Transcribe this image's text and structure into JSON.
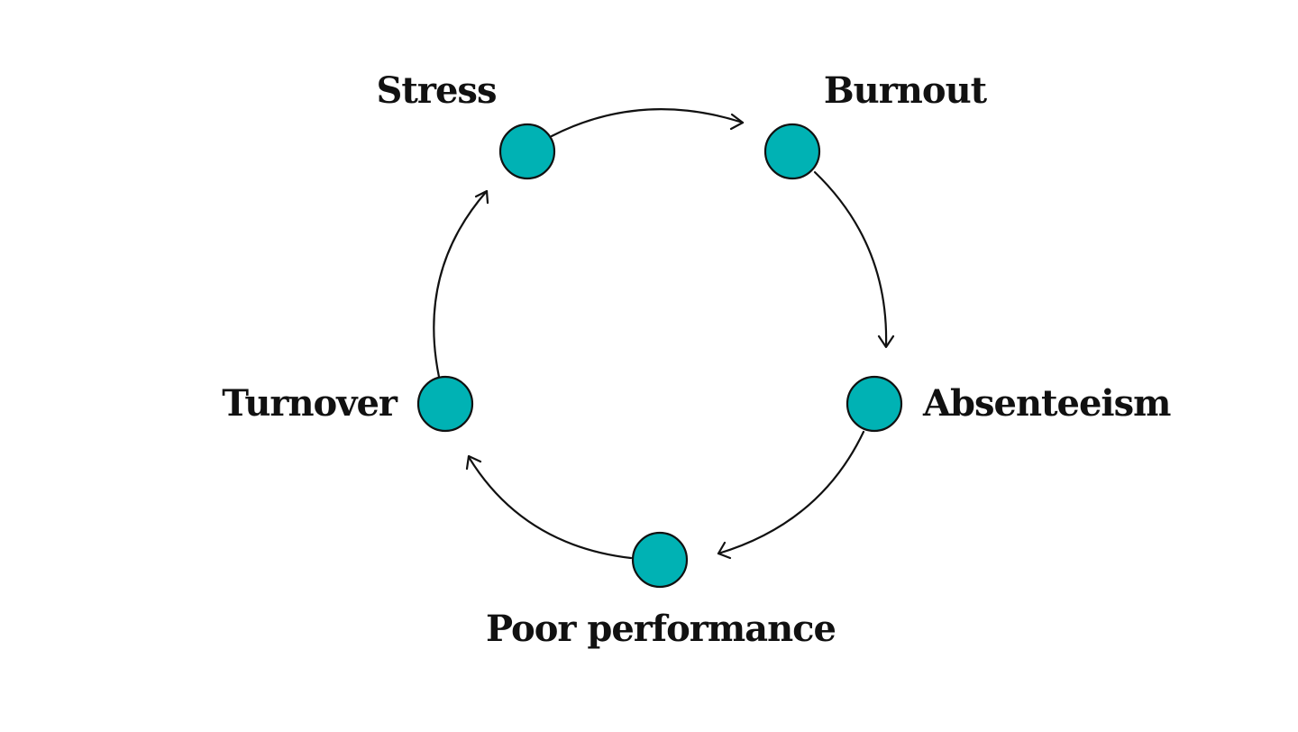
{
  "colors": {
    "node_fill": "#00B2B4",
    "stroke": "#111111",
    "text": "#111111",
    "background": "#FFFFFF"
  },
  "cycle": {
    "nodes": [
      {
        "id": "stress",
        "label": "Stress"
      },
      {
        "id": "burnout",
        "label": "Burnout"
      },
      {
        "id": "absenteeism",
        "label": "Absenteeism"
      },
      {
        "id": "poor-performance",
        "label": "Poor performance"
      },
      {
        "id": "turnover",
        "label": "Turnover"
      }
    ],
    "edges": [
      {
        "from": "stress",
        "to": "burnout"
      },
      {
        "from": "burnout",
        "to": "absenteeism"
      },
      {
        "from": "absenteeism",
        "to": "poor-performance"
      },
      {
        "from": "poor-performance",
        "to": "turnover"
      },
      {
        "from": "turnover",
        "to": "stress"
      }
    ]
  }
}
